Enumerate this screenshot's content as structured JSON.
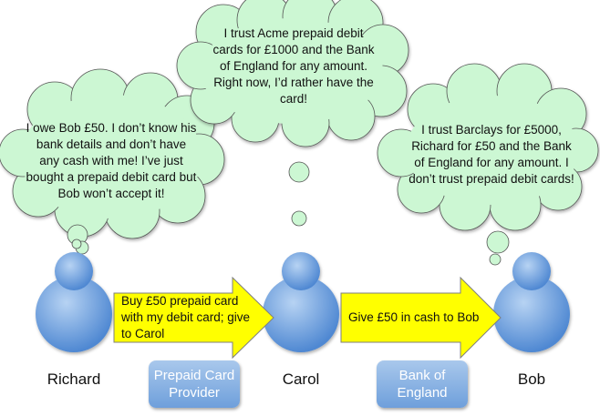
{
  "people": {
    "richard": {
      "name": "Richard",
      "thought": "I owe Bob £50. I don’t know his bank details and don’t have any cash with me! I’ve just bought a prepaid debit card but Bob won’t accept it!"
    },
    "carol": {
      "name": "Carol",
      "thought": "I trust Acme prepaid debit cards for £1000 and the Bank of England for any amount. Right now, I’d rather have the card!"
    },
    "bob": {
      "name": "Bob",
      "thought": "I trust Barclays for £5000, Richard for £50 and the Bank of England for any amount. I don’t trust prepaid debit cards!"
    }
  },
  "arrows": {
    "left": "Buy £50 prepaid card with my debit card; give to Carol",
    "right": "Give £50 in cash to Bob"
  },
  "boxes": {
    "left": "Prepaid Card Provider",
    "right": "Bank of England"
  },
  "colors": {
    "thought_fill": "#ccf7d3",
    "person_fill": "#5f98dc",
    "arrow_fill": "#ffff00",
    "box_fill": "#7aa6de"
  }
}
